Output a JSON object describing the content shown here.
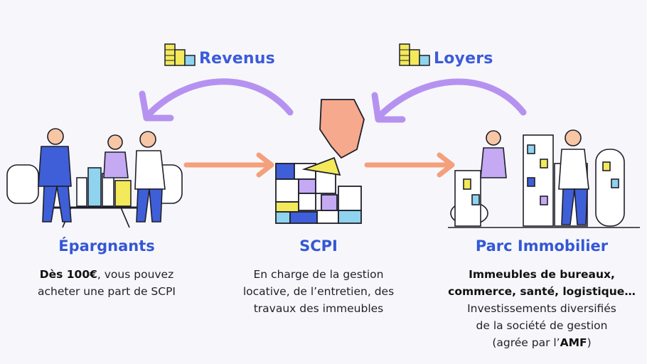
{
  "flows": {
    "revenus": "Revenus",
    "loyers": "Loyers"
  },
  "columns": {
    "left": {
      "title": "Épargnants",
      "text_bold": "Dès 100€",
      "text_rest_1": ", vous pouvez",
      "text_line_2": "acheter une part de SCPI"
    },
    "center": {
      "title": "SCPI",
      "line1": "En charge de la gestion",
      "line2": "locative, de l’entretien, des",
      "line3": "travaux des immeubles"
    },
    "right": {
      "title": "Parc Immobilier",
      "bold1": "Immeubles de bureaux,",
      "bold2": "commerce, santé, logistique…",
      "line3": "Investissements diversifiés",
      "line4": "de la société de gestion",
      "line5_prefix": "(agrée par l’",
      "line5_bold": "AMF",
      "line5_suffix": ")"
    }
  },
  "colors": {
    "title_blue": "#3457d5",
    "arrow_purple": "#b692f0",
    "arrow_orange": "#f4a07c",
    "block_blue": "#3f5fd8",
    "block_yellow": "#f3e95a",
    "block_cyan": "#8fd3ee",
    "block_lilac": "#c5a9f2"
  },
  "icons": [
    "coin-stack-icon",
    "hand-icon"
  ]
}
